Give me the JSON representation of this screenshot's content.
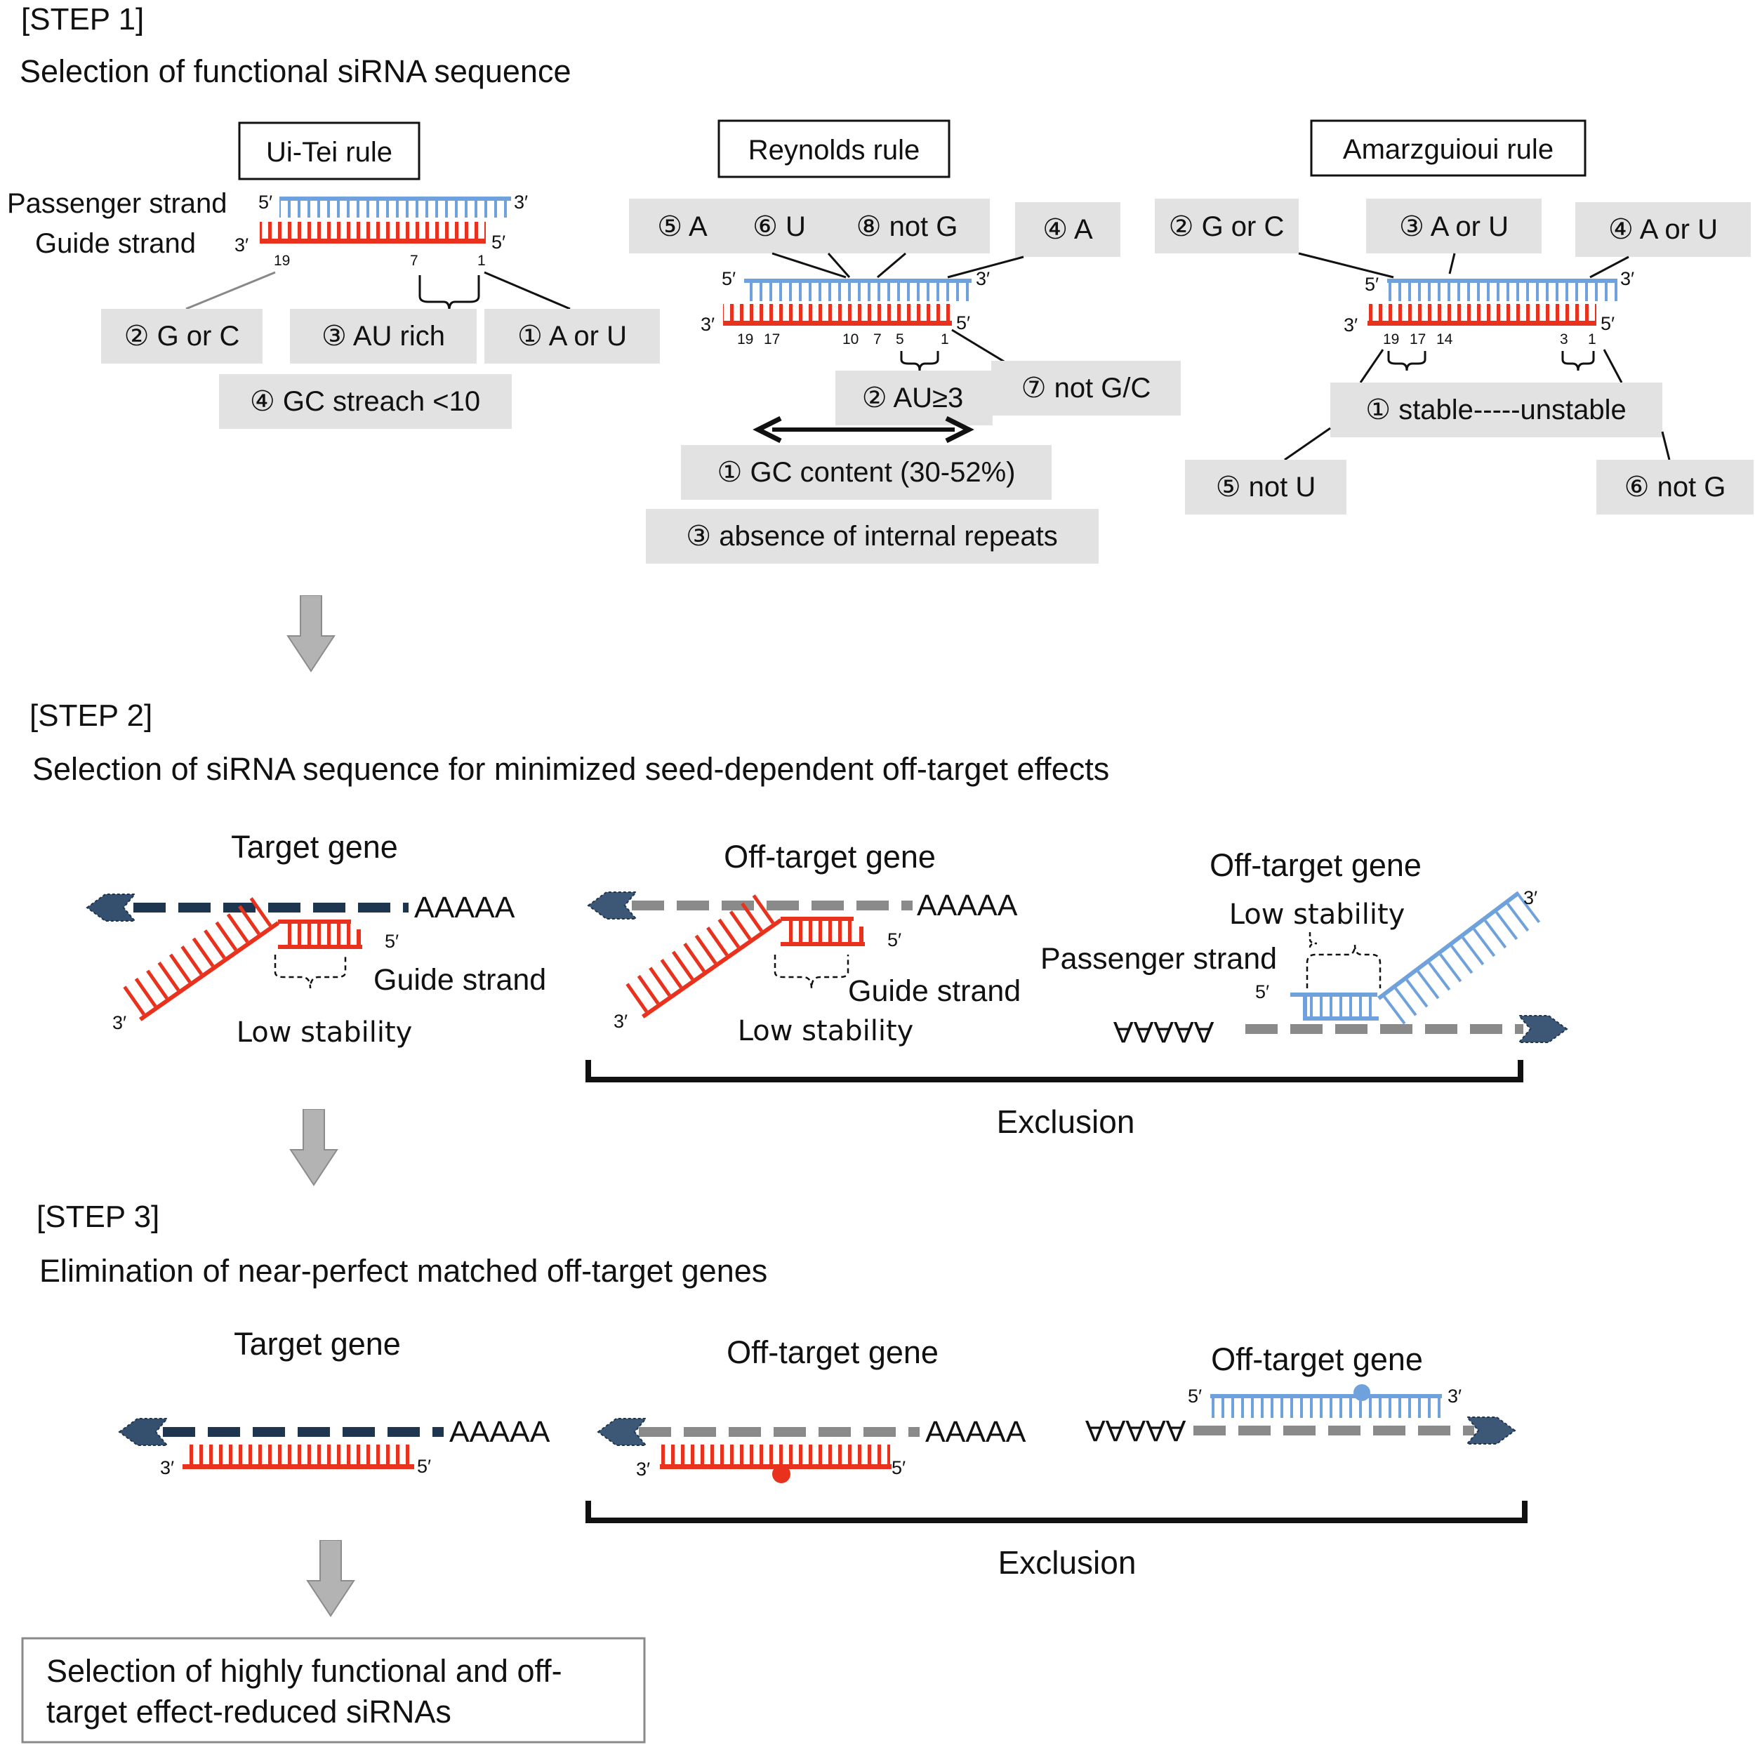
{
  "step1": {
    "tag": "[STEP 1]",
    "title": "Selection of functional siRNA sequence",
    "uitei": {
      "rule": "Ui-Tei rule",
      "passenger": "Passenger strand",
      "guide": "Guide strand",
      "nums": [
        "19",
        "7",
        "1"
      ],
      "criteria": [
        "② G or C",
        "③ AU rich",
        "① A or U",
        "④ GC streach <10"
      ]
    },
    "reynolds": {
      "rule": "Reynolds rule",
      "nums": [
        "19",
        "17",
        "10",
        "7",
        "5",
        "1"
      ],
      "criteria": [
        "⑤ A",
        "⑥ U",
        "⑧ not G",
        "④ A",
        "② AU≥3",
        "⑦ not G/C",
        "① GC content (30-52%)",
        "③ absence of internal repeats"
      ]
    },
    "amarz": {
      "rule": "Amarzguioui rule",
      "nums": [
        "19",
        "17",
        "14",
        "3",
        "1"
      ],
      "criteria": [
        "② G or C",
        "③ A or U",
        "④ A or U",
        "① stable-----unstable",
        "⑤ not U",
        "⑥ not G"
      ]
    }
  },
  "step2": {
    "tag": "[STEP 2]",
    "title": "Selection of siRNA sequence for minimized seed-dependent off-target effects",
    "target_gene": "Target gene",
    "off_target_gene": "Off-target gene",
    "polyA": "AAAAA",
    "guide_strand": "Guide strand",
    "passenger_strand": "Passenger strand",
    "low_stability": "Low stability",
    "exclusion": "Exclusion"
  },
  "step3": {
    "tag": "[STEP 3]",
    "title": "Elimination of near-perfect matched off-target genes",
    "target_gene": "Target gene",
    "off_target_gene": "Off-target gene",
    "polyA": "AAAAA",
    "exclusion": "Exclusion"
  },
  "ends": {
    "five": "5′",
    "three": "3′"
  },
  "final": {
    "line1": "Selection of highly functional and off-",
    "line2": "target effect-reduced siRNAs"
  },
  "colors": {
    "passenger": "#6fa2dd",
    "guide": "#e8321e",
    "target_mrna": "#1e3550",
    "offtarget_mrna": "#8a8a8a",
    "criteria_box": "#e2e2e2",
    "arrow": "#b0b0b0"
  }
}
